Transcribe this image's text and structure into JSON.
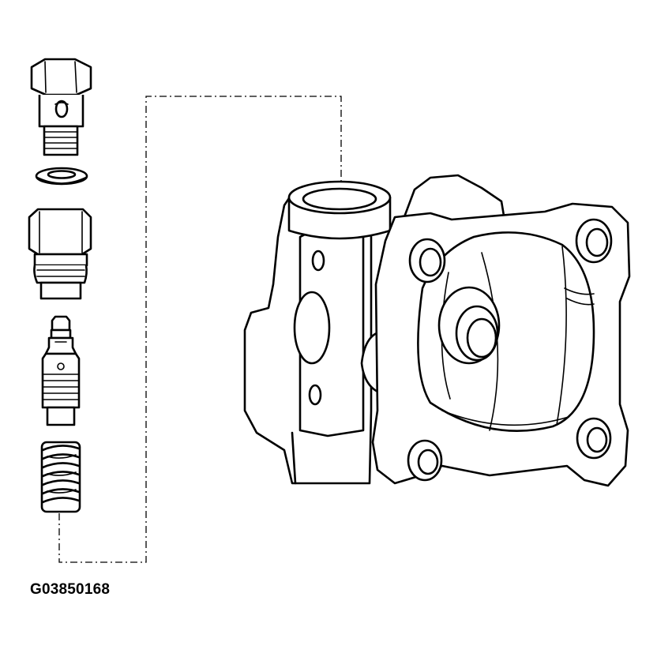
{
  "diagram": {
    "figure_id": "G03850168",
    "parts": [
      "banjo-bolt",
      "sealing-washer",
      "valve-cap-nut",
      "flow-control-valve",
      "valve-spring",
      "pump-housing"
    ]
  },
  "colors": {
    "line": "#000000",
    "background": "#ffffff"
  }
}
